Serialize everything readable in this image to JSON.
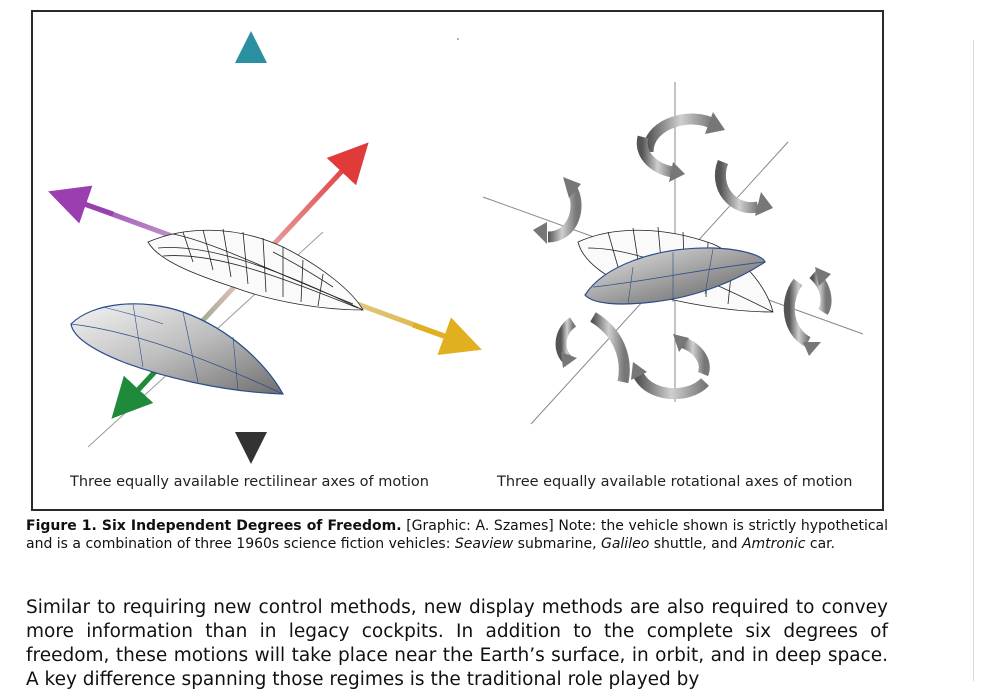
{
  "figure": {
    "left_panel_label": "Three equally available rectilinear axes of motion",
    "right_panel_label": "Three equally available rotational axes of motion",
    "axis_colors": {
      "vertical": "#2a8fa0",
      "red": "#e03a3a",
      "purple": "#9b3fb0",
      "yellow": "#e0b020",
      "green": "#1f8a3a"
    }
  },
  "caption": {
    "title": "Figure 1. Six Independent Degrees of Freedom.",
    "text_1": " [Graphic: A. Szames] Note: the vehicle shown is strictly hypothetical and is a combination of three 1960s science fiction vehicles: ",
    "vehicle_1": "Seaview",
    "text_2": " submarine, ",
    "vehicle_2": "Galileo",
    "text_3": " shuttle, and ",
    "vehicle_3": "Amtronic",
    "text_4": " car."
  },
  "body": {
    "paragraph": "Similar to requiring new control methods, new display methods are also required to convey more information than in legacy cockpits.  In addition to the complete six degrees of freedom, these motions will take place near the Earth’s surface, in orbit, and in deep space. A key difference spanning those regimes is the traditional role played by"
  }
}
